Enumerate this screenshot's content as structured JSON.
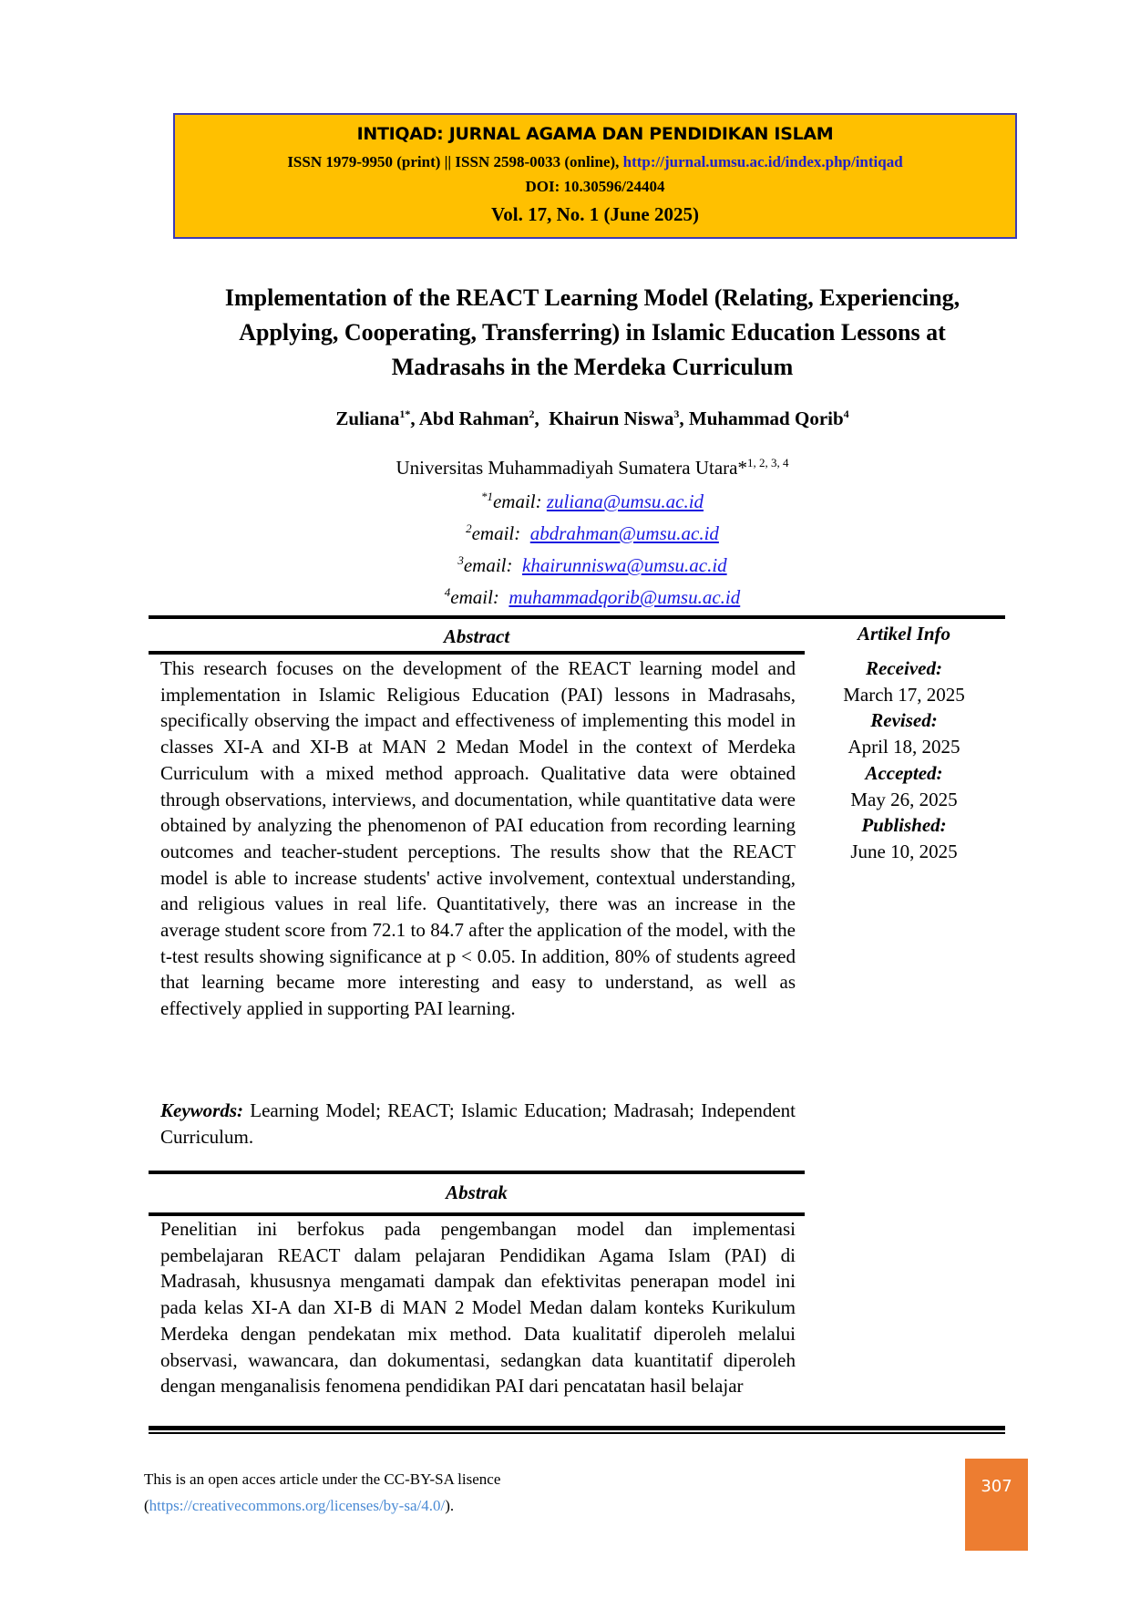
{
  "journal": {
    "name": "INTIQAD: JURNAL AGAMA DAN PENDIDIKAN ISLAM",
    "issn_text": "ISSN 1979-9950 (print) || ISSN 2598-0033 (online), ",
    "url": "http://jurnal.umsu.ac.id/index.php/intiqad",
    "doi": "DOI: 10.30596/24404",
    "volume": "Vol. 17, No. 1 (June 2025)",
    "colors": {
      "box_fill": "#ffc000",
      "box_border": "#3b3bb8",
      "link": "#1f1fc8"
    }
  },
  "article": {
    "title_lines": [
      "Implementation of the REACT Learning Model (Relating, Experiencing,",
      "Applying, Cooperating, Transferring) in Islamic Education Lessons at",
      "Madrasahs in the Merdeka Curriculum"
    ],
    "authors": [
      {
        "name": "Zuliana",
        "sup": "1*",
        "sep": ", "
      },
      {
        "name": "Abd Rahman",
        "sup": "2",
        "sep": ",  "
      },
      {
        "name": "Khairun Niswa",
        "sup": "3",
        "sep": ", "
      },
      {
        "name": "Muhammad Qorib",
        "sup": "4",
        "sep": ""
      }
    ],
    "affiliation": "Universitas Muhammadiyah Sumatera Utara*",
    "affiliation_sup": "1, 2, 3, 4",
    "emails": [
      {
        "sup": "*1",
        "label": "email: ",
        "address": "zuliana@umsu.ac.id"
      },
      {
        "sup": "2",
        "label": "email:  ",
        "address": "abdrahman@umsu.ac.id"
      },
      {
        "sup": "3",
        "label": "email:  ",
        "address": "khairunniswa@umsu.ac.id"
      },
      {
        "sup": "4",
        "label": "email:  ",
        "address": "muhammadqorib@umsu.ac.id"
      }
    ]
  },
  "abstract": {
    "heading": "Abstract",
    "text": "This research focuses on the development of the REACT learning model and implementation in Islamic Religious Education (PAI) lessons in Madrasahs, specifically observing the impact and effectiveness of implementing this model in classes XI-A and XI-B at MAN 2 Medan Model in the context of Merdeka Curriculum with a mixed method approach. Qualitative data were obtained through observations, interviews, and documentation, while quantitative data were obtained by analyzing the phenomenon of PAI education from recording learning outcomes and teacher-student perceptions. The results show that the REACT model is able to increase students' active involvement, contextual understanding, and religious values in real life. Quantitatively, there was an increase in the average student score from 72.1 to 84.7 after the application of the model, with the t-test results showing significance at p < 0.05. In addition, 80% of students agreed that learning became more interesting and easy to understand, as well as effectively applied in supporting PAI learning.",
    "keywords_label": "Keywords:",
    "keywords": " Learning Model; REACT; Islamic Education; Madrasah; Independent Curriculum."
  },
  "abstrak": {
    "heading": "Abstrak",
    "text": "Penelitian ini berfokus pada pengembangan model dan implementasi pembelajaran REACT dalam pelajaran Pendidikan Agama Islam (PAI) di Madrasah, khususnya mengamati dampak dan efektivitas penerapan model ini pada kelas XI-A dan XI-B di MAN 2 Model Medan dalam konteks Kurikulum Merdeka dengan pendekatan mix method. Data kualitatif diperoleh melalui observasi, wawancara, dan dokumentasi, sedangkan data kuantitatif diperoleh dengan menganalisis fenomena pendidikan PAI dari pencatatan hasil belajar"
  },
  "article_info": {
    "heading": "Artikel Info",
    "items": [
      {
        "label": "Received:",
        "value": "March 17, 2025"
      },
      {
        "label": "Revised:",
        "value": "April 18, 2025"
      },
      {
        "label": "Accepted:",
        "value": "May 26, 2025"
      },
      {
        "label": "Published:",
        "value": "June 10, 2025"
      }
    ]
  },
  "footer": {
    "license_line": "This is an open acces article under the CC-BY-SA lisence",
    "license_open": "(",
    "license_url": "https://creativecommons.org/licenses/by-sa/4.0/",
    "license_close": ").",
    "page_number": "307",
    "page_box_color": "#ed7d31"
  }
}
